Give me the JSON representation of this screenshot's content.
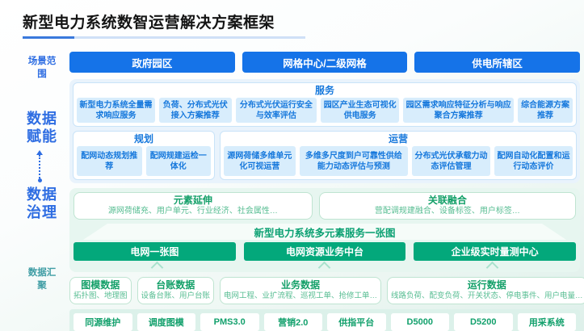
{
  "title": "新型电力系统数智运营解决方案框架",
  "rail": {
    "scene_scope": "场景范围",
    "data_empower": "数据赋能",
    "data_governance": "数据治理",
    "data_aggregation": "数据汇聚"
  },
  "scenes": [
    "政府园区",
    "网格中心/二级网格",
    "供电所辖区"
  ],
  "services": {
    "title": "服务",
    "items": [
      "新型电力系统全量需求响应服务",
      "负荷、分布式光伏接入方案推荐",
      "分布式光伏运行安全与效率评估",
      "园区产业生态可视化供电服务",
      "园区需求响应特征分析与响应聚合方案推荐",
      "综合能源方案推荐"
    ]
  },
  "planning": {
    "title": "规划",
    "items": [
      "配网动态规划推荐",
      "配网规建运检一体化"
    ]
  },
  "operations": {
    "title": "运营",
    "items": [
      "源网荷储多维单元化可视运营",
      "多维多尺度到户可靠性供给能力动态评估与预测",
      "分布式光伏承载力动态评估管理",
      "配网自动化配置和运行动态评价"
    ]
  },
  "governance": {
    "element_extension": {
      "title": "元素延伸",
      "desc": "源网荷储充、用户单元、行业经济、社会属性…"
    },
    "association_fusion": {
      "title": "关联融合",
      "desc": "营配调规建融合、设备标签、用户标签…"
    },
    "one_map": "新型电力系统多元素服务一张图",
    "platforms": [
      "电网一张图",
      "电网资源业务中台",
      "企业级实时量测中心"
    ]
  },
  "aggregation": {
    "boxes": [
      {
        "title": "图模数据",
        "desc": "拓扑图、地理图"
      },
      {
        "title": "台账数据",
        "desc": "设备台账、用户台账"
      },
      {
        "title": "业务数据",
        "desc": "电网工程、业扩流程、巡视工单、抢修工单…"
      },
      {
        "title": "运行数据",
        "desc": "线路负荷、配变负荷、开关状态、停电事件、用户电量…"
      }
    ],
    "systems": [
      "同源维护",
      "调度图模",
      "PMS3.0",
      "营销2.0",
      "供指平台",
      "D5000",
      "D5200",
      "用采系统"
    ]
  },
  "colors": {
    "accent_blue": "#1573e8",
    "blue_text": "#1678dc",
    "chip_blue": "#d8edfc",
    "panel_blue": "#e9f3fc",
    "accent_green": "#03a87b",
    "green_text": "#14a069",
    "green_sub_text": "#57bd92",
    "panel_green": "#e7f6f0",
    "title_underline": "#3a79dc"
  }
}
